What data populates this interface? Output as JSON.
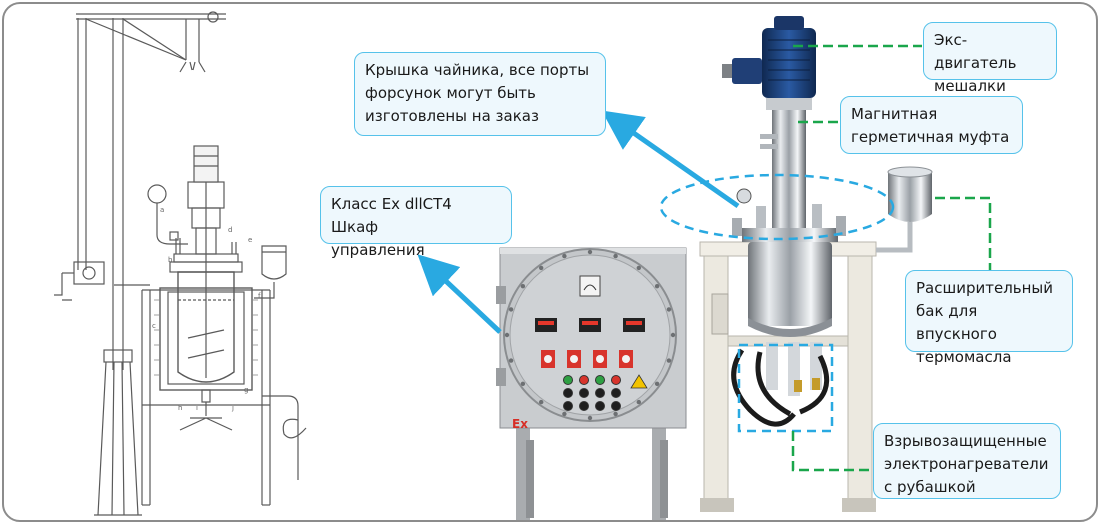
{
  "colors": {
    "callout_border": "#56c2ea",
    "callout_fill": "#eef8fd",
    "arrow": "#29a9e1",
    "leader": "#1aa64b",
    "panel_steel": "#c9cccf",
    "motor_blue": "#1d3f7a",
    "frame_cream": "#ece9e0"
  },
  "callouts": {
    "lid": "Крышка чайника, все порты\nфорсунок могут быть\nизготовлены на заказ",
    "cabinet": "Класс Ex dllCT4 Шкаф\nуправления",
    "motor": "Экс-двигатель\nмешалки",
    "coupling": "Магнитная\nгерметичная муфта",
    "tank": "Расширительный\nбак для впускного\nтермомасла",
    "heaters": "Взрывозащищенные\nэлектронагреватели\nс рубашкой"
  },
  "drawing_labels": [
    "a",
    "b",
    "c",
    "d",
    "e",
    "f",
    "g",
    "h",
    "i",
    "j"
  ],
  "cabinet": {
    "marking": "Ex",
    "knob_count": 4,
    "lamp_rows": 3,
    "lamp_cols": 4
  }
}
